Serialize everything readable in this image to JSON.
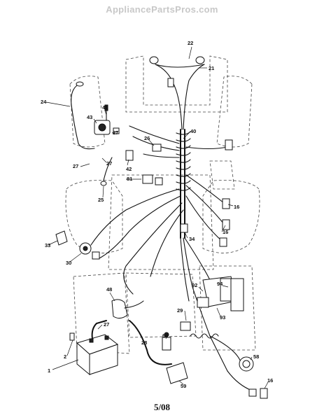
{
  "watermark": "AppliancePartsPros.com",
  "revision_date": "5/08",
  "callouts": [
    {
      "id": "c1",
      "label": "1"
    },
    {
      "id": "c2",
      "label": "2"
    },
    {
      "id": "c16a",
      "label": "16"
    },
    {
      "id": "c16b",
      "label": "16"
    },
    {
      "id": "c16c",
      "label": "16"
    },
    {
      "id": "c21",
      "label": "21"
    },
    {
      "id": "c22",
      "label": "22"
    },
    {
      "id": "c24",
      "label": "24"
    },
    {
      "id": "c25",
      "label": "25"
    },
    {
      "id": "c26",
      "label": "26"
    },
    {
      "id": "c27a",
      "label": "27"
    },
    {
      "id": "c27b",
      "label": "27"
    },
    {
      "id": "c27c",
      "label": "27"
    },
    {
      "id": "c27d",
      "label": "27"
    },
    {
      "id": "c28",
      "label": "28"
    },
    {
      "id": "c29",
      "label": "29"
    },
    {
      "id": "c30",
      "label": "30"
    },
    {
      "id": "c33",
      "label": "33"
    },
    {
      "id": "c34",
      "label": "34"
    },
    {
      "id": "c40",
      "label": "40"
    },
    {
      "id": "c41",
      "label": "41"
    },
    {
      "id": "c42",
      "label": "42"
    },
    {
      "id": "c43",
      "label": "43"
    },
    {
      "id": "c48",
      "label": "48"
    },
    {
      "id": "c58",
      "label": "58"
    },
    {
      "id": "c59",
      "label": "59"
    },
    {
      "id": "c66",
      "label": "66"
    },
    {
      "id": "c81",
      "label": "81"
    },
    {
      "id": "c92",
      "label": "92"
    },
    {
      "id": "c93",
      "label": "93"
    },
    {
      "id": "c94",
      "label": "94"
    }
  ]
}
